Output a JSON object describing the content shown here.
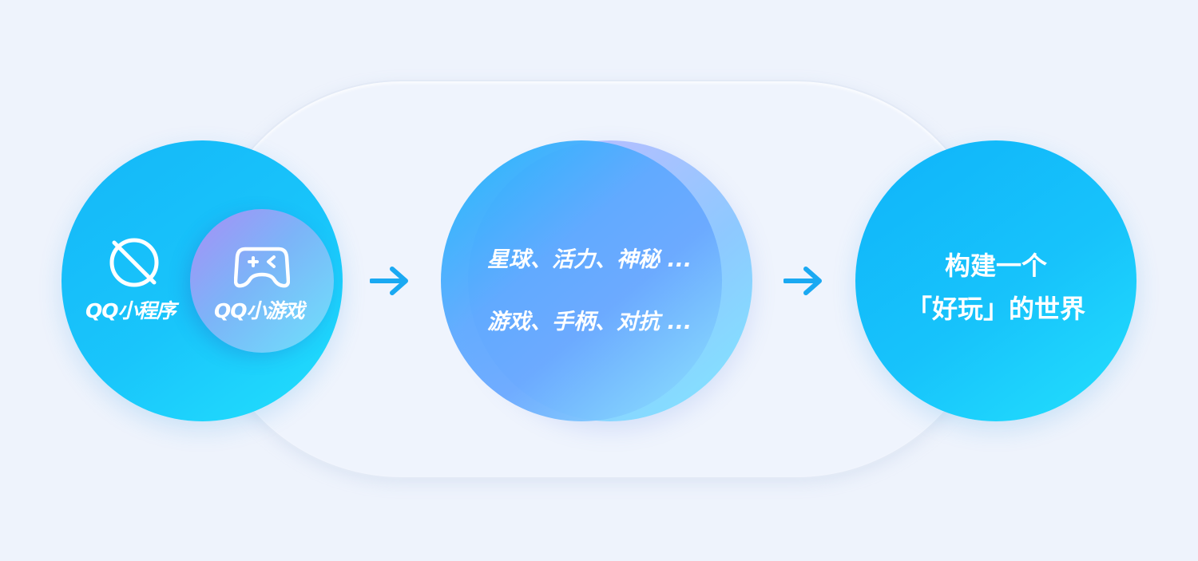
{
  "left_circle": {
    "item_a_label": "QQ小程序",
    "item_b_label": "QQ小游戏",
    "item_a_icon": "planet-icon",
    "item_b_icon": "gamepad-icon"
  },
  "middle_circle": {
    "line1": "星球、活力、神秘 ...",
    "line2": "游戏、手柄、对抗 ..."
  },
  "right_circle": {
    "line1": "构建一个",
    "line2": "「好玩」的世界"
  },
  "arrows": [
    "arrow-right-icon",
    "arrow-right-icon"
  ],
  "colors": {
    "background": "#eef3fc",
    "accent_cyan": "#19c5fb",
    "accent_purple": "#a88ef6",
    "arrow": "#1aa9f2",
    "text": "#ffffff"
  }
}
